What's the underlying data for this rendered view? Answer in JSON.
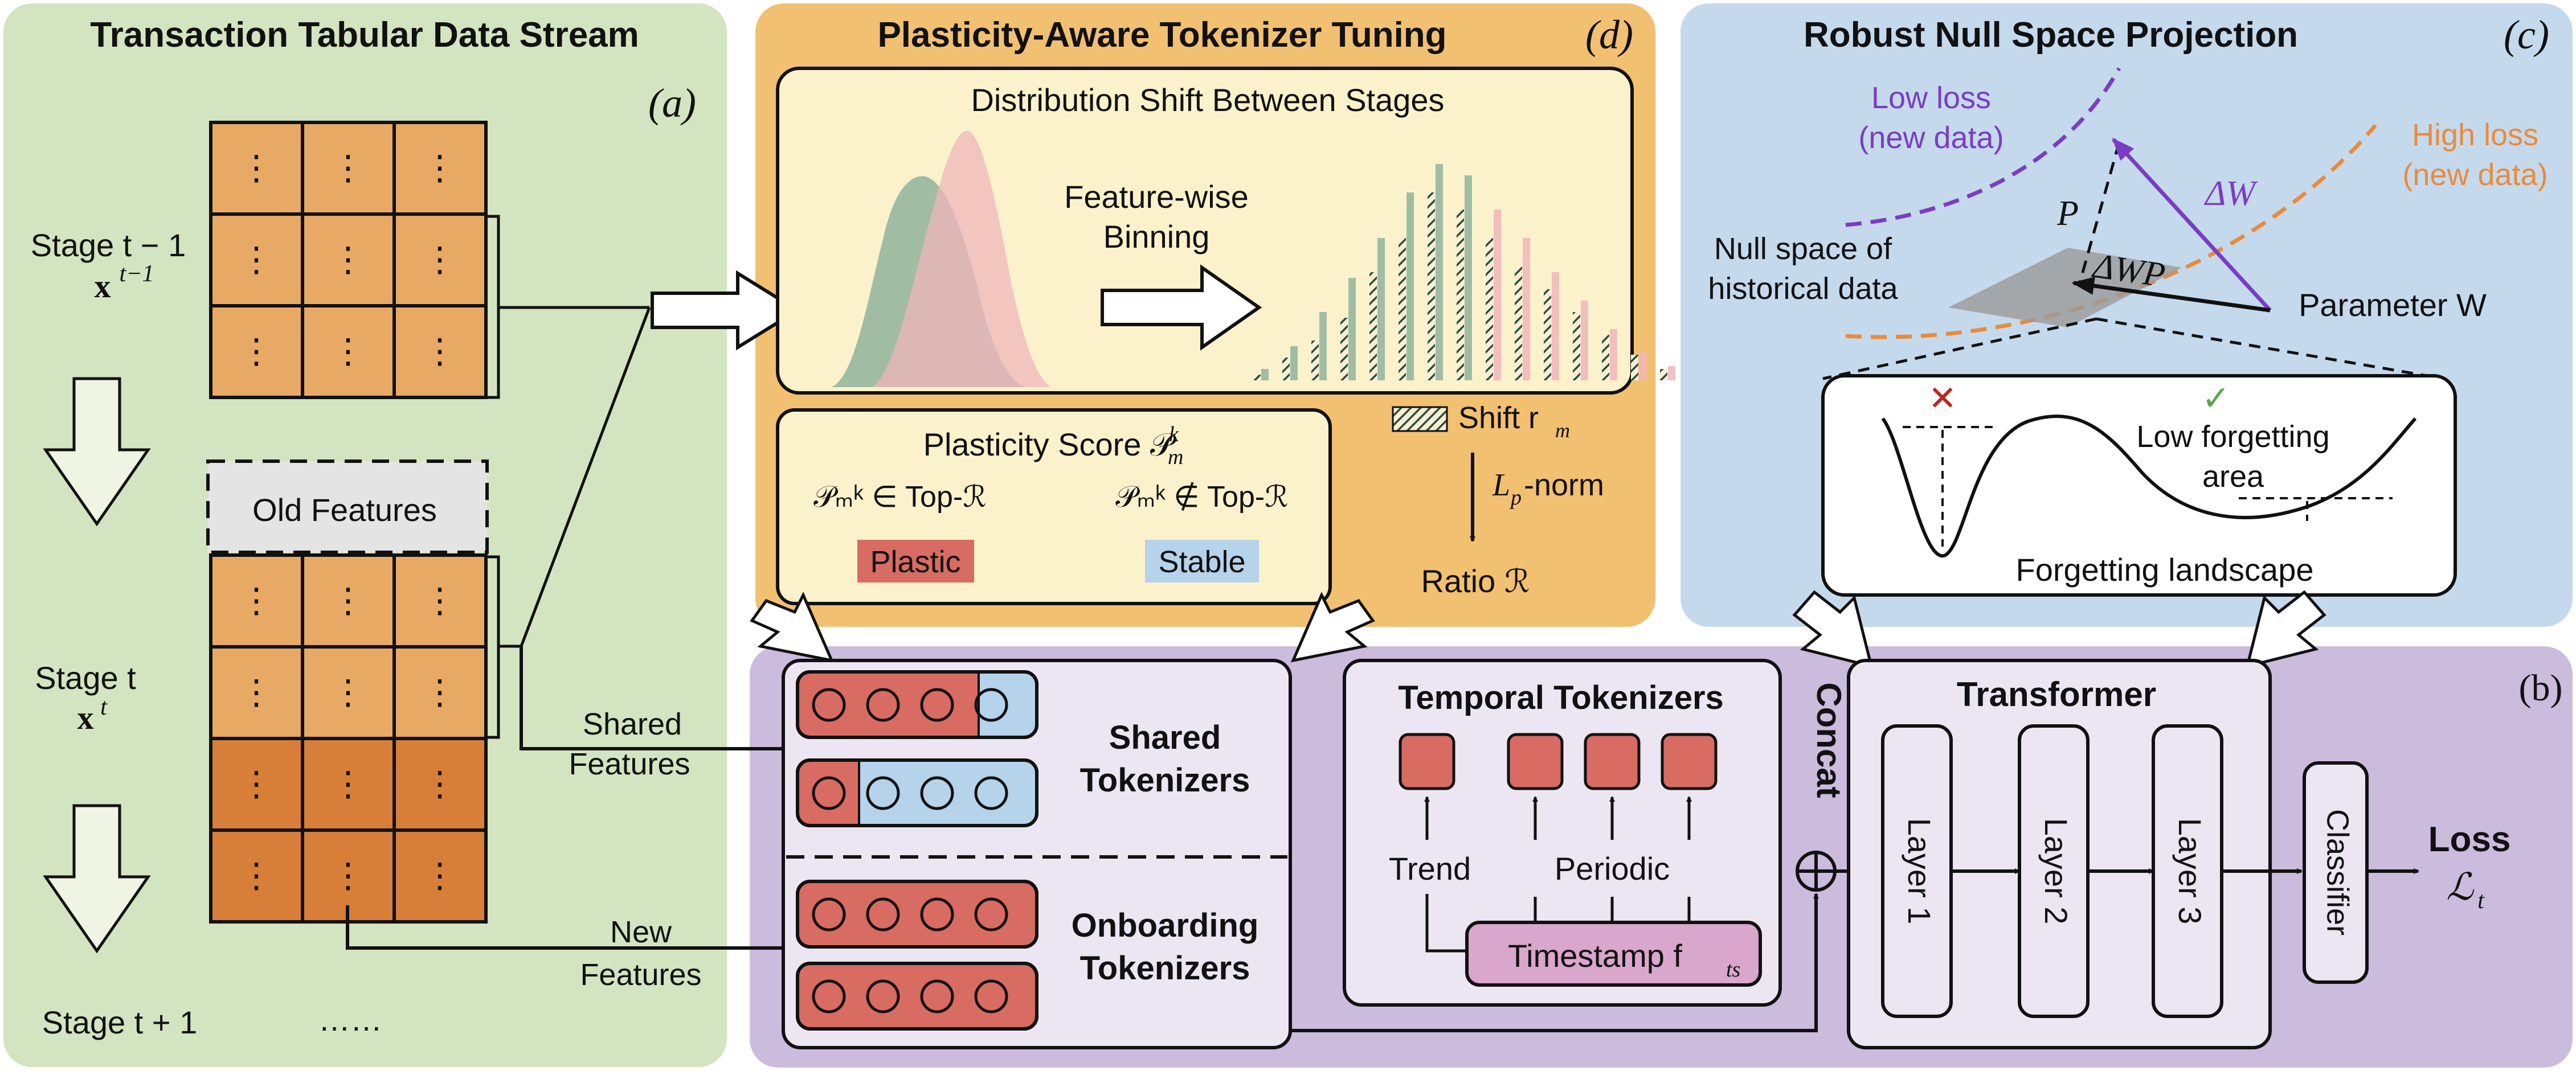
{
  "panel_a": {
    "title": "Transaction Tabular Data Stream",
    "tag": "(a)",
    "stage_prev": "Stage t − 1",
    "stage_prev_x": "x",
    "stage_prev_sup": "t−1",
    "stage_cur": "Stage t",
    "stage_cur_x": "x",
    "stage_cur_sup": "t",
    "stage_next": "Stage t + 1",
    "ellipsis_more": "……",
    "old_features": "Old Features",
    "shared_features_l1": "Shared",
    "shared_features_l2": "Features",
    "new_features_l1": "New",
    "new_features_l2": "Features",
    "cell_glyph": "⋮"
  },
  "panel_d": {
    "title": "Plasticity-Aware Tokenizer Tuning",
    "tag": "(d)",
    "dist_title": "Distribution Shift Between Stages",
    "binning_l1": "Feature-wise",
    "binning_l2": "Binning",
    "shift_label": "Shift r",
    "shift_sub": "m",
    "lp_label": "L",
    "lp_sub": "p",
    "lp_suffix": "-norm",
    "ratio_label": "Ratio ℛ",
    "score_title": "Plasticity Score 𝒫",
    "score_sup": "k",
    "score_sub": "m",
    "in_top": "𝒫ₘᵏ ∈ Top-ℛ",
    "notin_top": "𝒫ₘᵏ ∉ Top-ℛ",
    "plastic": "Plastic",
    "stable": "Stable"
  },
  "panel_c": {
    "title": "Robust Null Space Projection",
    "tag": "(c)",
    "low_loss_l1": "Low loss",
    "low_loss_l2": "(new data)",
    "high_loss_l1": "High loss",
    "high_loss_l2": "(new data)",
    "null_space_l1": "Null space of",
    "null_space_l2": "historical data",
    "p_label": "P",
    "dw_label": "ΔW",
    "dwp_label": "ΔWP",
    "parameter_label": "Parameter W",
    "low_forget_l1": "Low forgetting",
    "low_forget_l2": "area",
    "landscape_label": "Forgetting landscape",
    "cross_glyph": "✕",
    "check_glyph": "✓"
  },
  "panel_b": {
    "tag": "(b)",
    "shared_tok_l1": "Shared",
    "shared_tok_l2": "Tokenizers",
    "onboard_tok_l1": "Onboarding",
    "onboard_tok_l2": "Tokenizers",
    "temporal_title": "Temporal Tokenizers",
    "trend": "Trend",
    "periodic": "Periodic",
    "timestamp": "Timestamp f",
    "timestamp_sub": "ts",
    "concat": "Concat",
    "transformer_title": "Transformer",
    "layers": [
      "Layer 1",
      "Layer 2",
      "Layer 3"
    ],
    "classifier": "Classifier",
    "loss": "Loss",
    "loss_symbol": "ℒ",
    "loss_sub": "t"
  },
  "colors": {
    "green_panel": "#d3e4c0",
    "orange_panel": "#f2c071",
    "blue_panel": "#c5d9ec",
    "purple_panel": "#cbbbdc",
    "cream": "#fbf2cc",
    "cell_light": "#e8a965",
    "cell_dark": "#d77f38",
    "token_red": "#d86b62",
    "token_blue": "#b5d3ea",
    "timestamp_pink": "#d9a6cc",
    "dist_green": "#8fb49c",
    "dist_pink": "#f0b6bb",
    "low_loss_purple": "#7b3cc4",
    "high_loss_orange": "#e88b3c"
  }
}
